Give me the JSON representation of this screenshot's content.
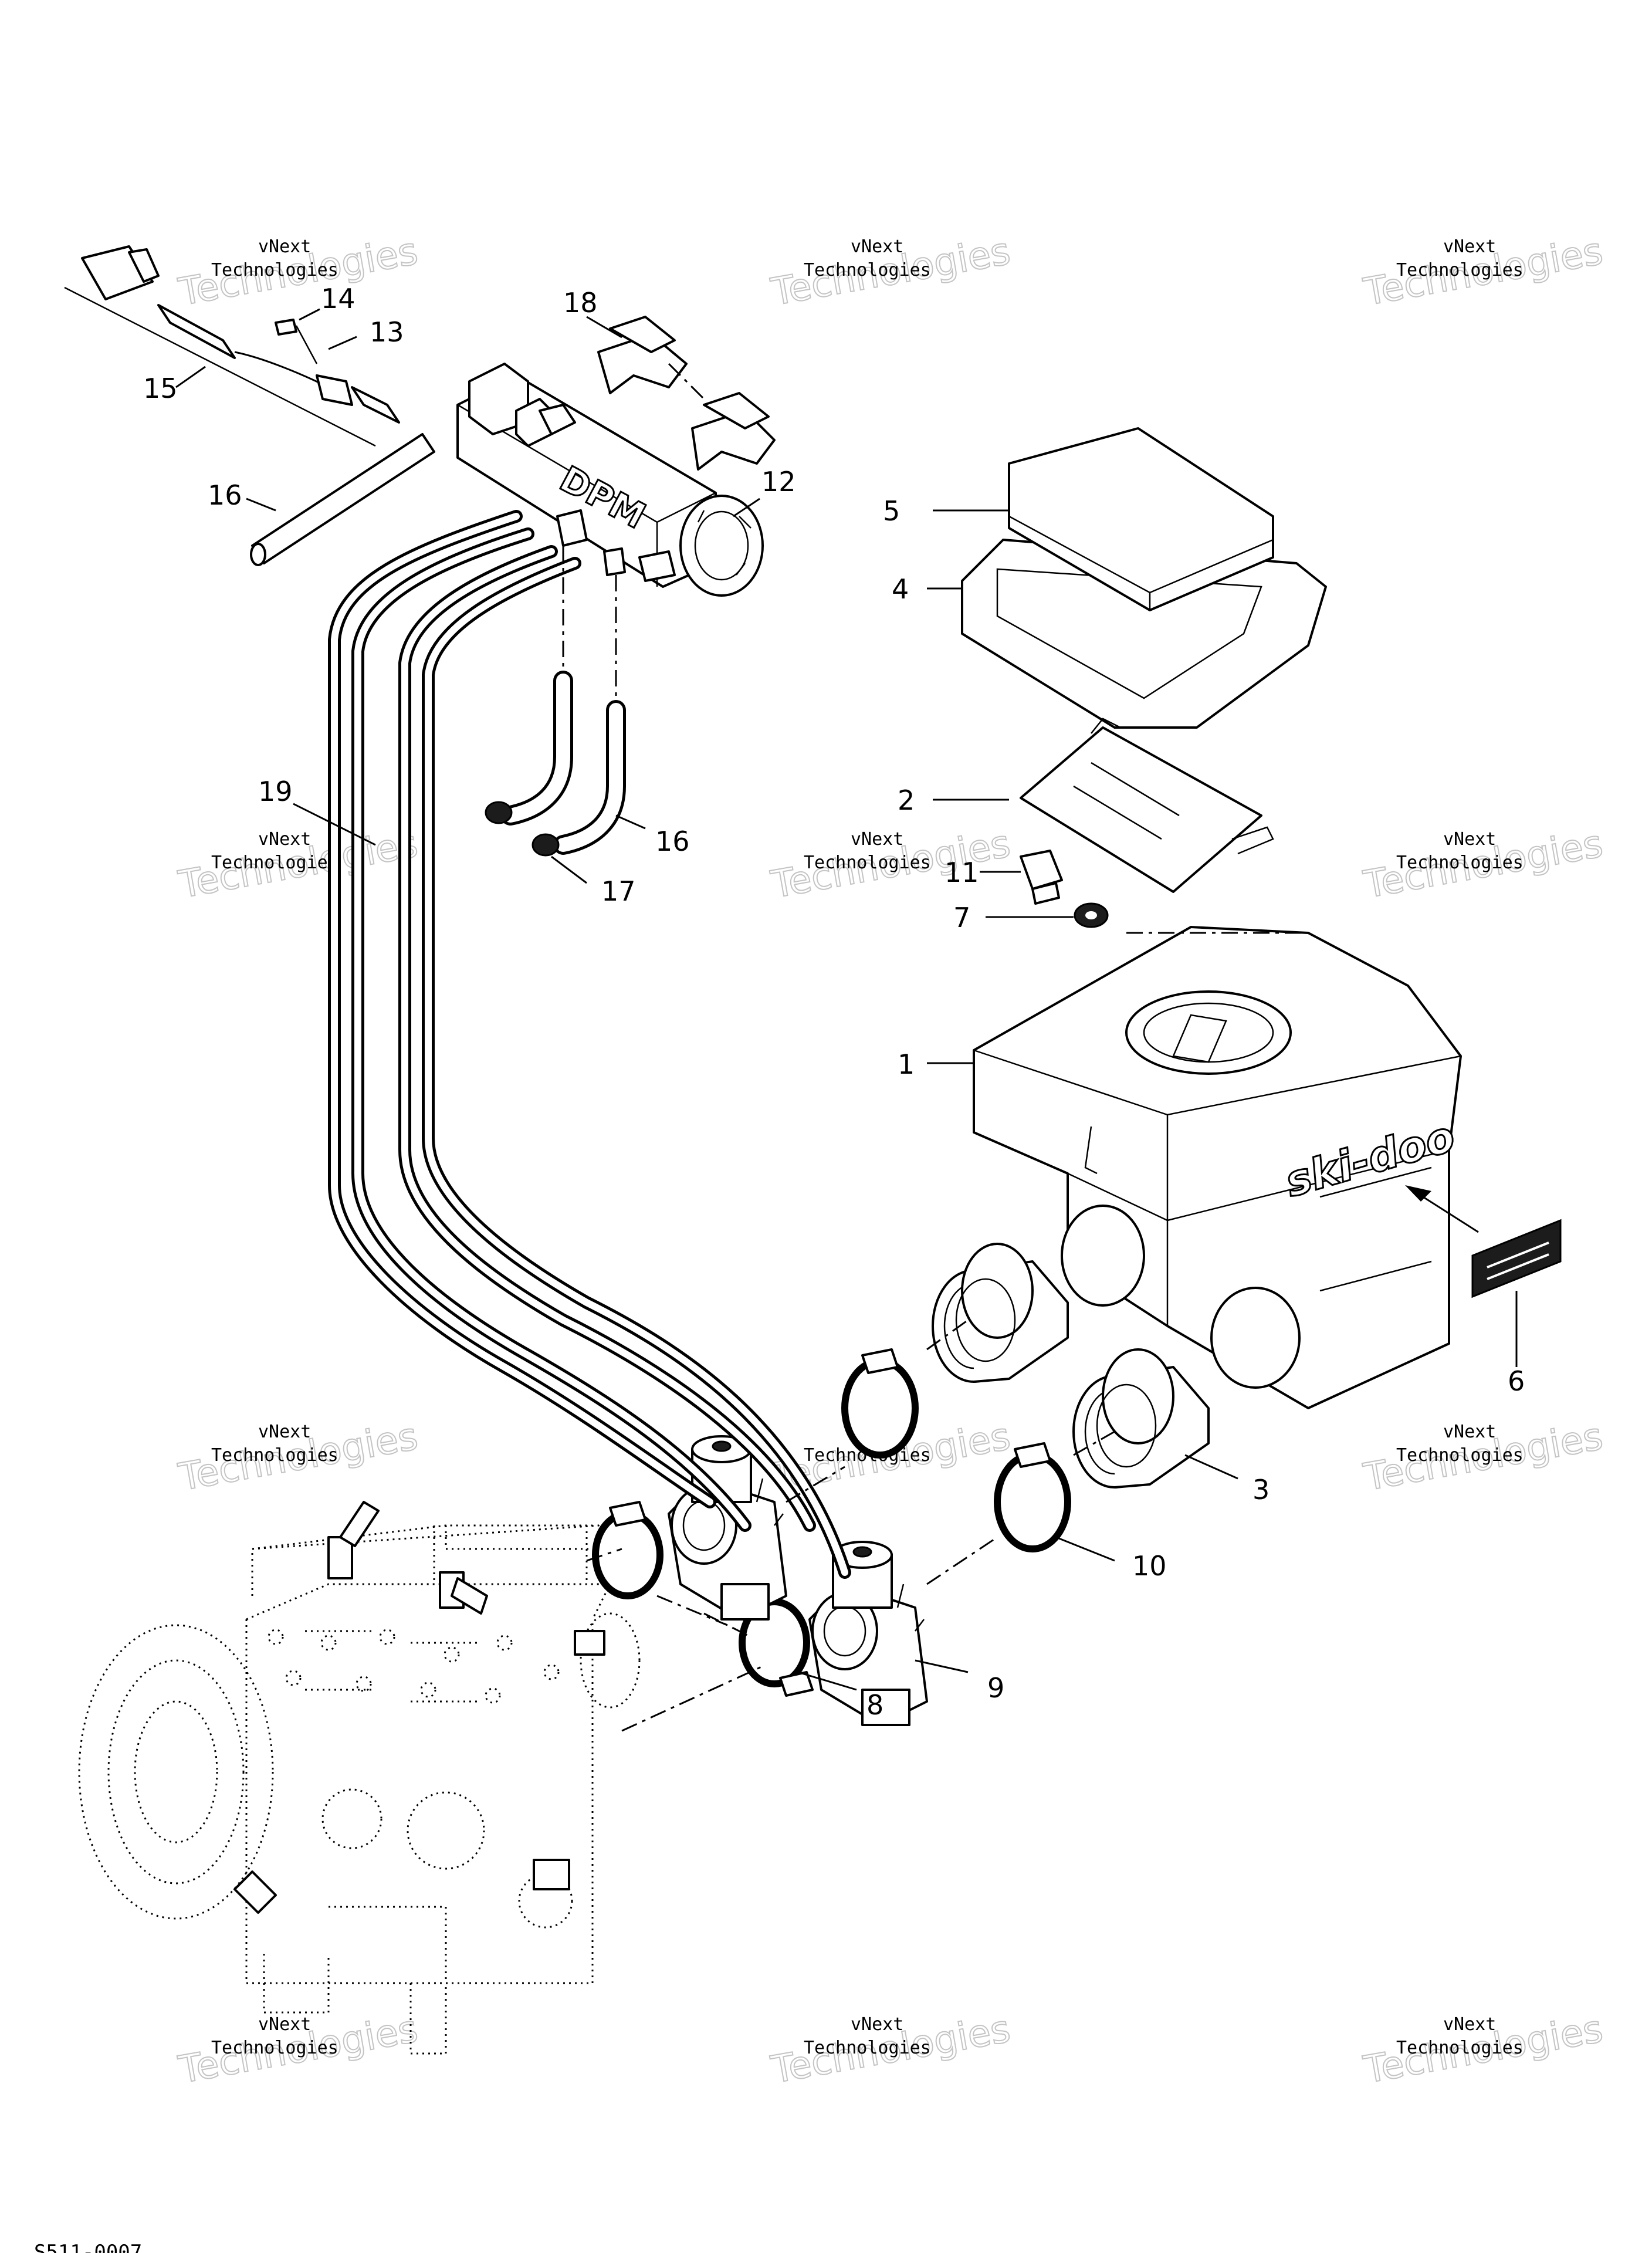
{
  "callouts": {
    "c1": "1",
    "c2": "2",
    "c3": "3",
    "c4": "4",
    "c5": "5",
    "c6": "6",
    "c7": "7",
    "c8": "8",
    "c9": "9",
    "c10": "10",
    "c11": "11",
    "c12": "12",
    "c13": "13",
    "c14": "14",
    "c15": "15",
    "c16a": "16",
    "c16b": "16",
    "c17": "17",
    "c18": "18",
    "c19": "19"
  },
  "part_marks": {
    "dpm_label": "DPM",
    "brand_label": "ski-doo"
  },
  "watermark": {
    "line1": "vNext",
    "line2": "Technologies",
    "big": "Technologies"
  },
  "drawing_code": "S511-0007"
}
